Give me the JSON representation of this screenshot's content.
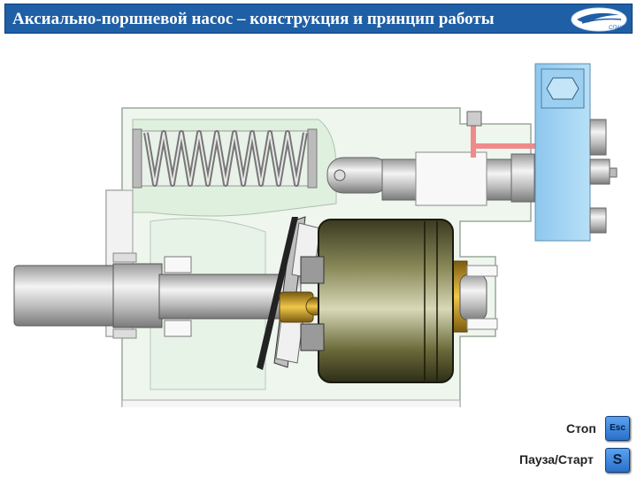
{
  "header": {
    "title": "Аксиально-поршневой насос – конструкция и принцип работы",
    "logo_text": "СПАУ"
  },
  "controls": {
    "stop_label": "Стоп",
    "stop_key": "Esc",
    "pause_label": "Пауза/Старт",
    "pause_key": "S"
  },
  "colors": {
    "title_bar": "#1f5fa6",
    "housing_fill": "#eef6ee",
    "valve_block": "#a8d4f0",
    "oil_channel": "#f08a8a",
    "drum": "#6a6a3a",
    "key_blue": "#3a86e0"
  }
}
